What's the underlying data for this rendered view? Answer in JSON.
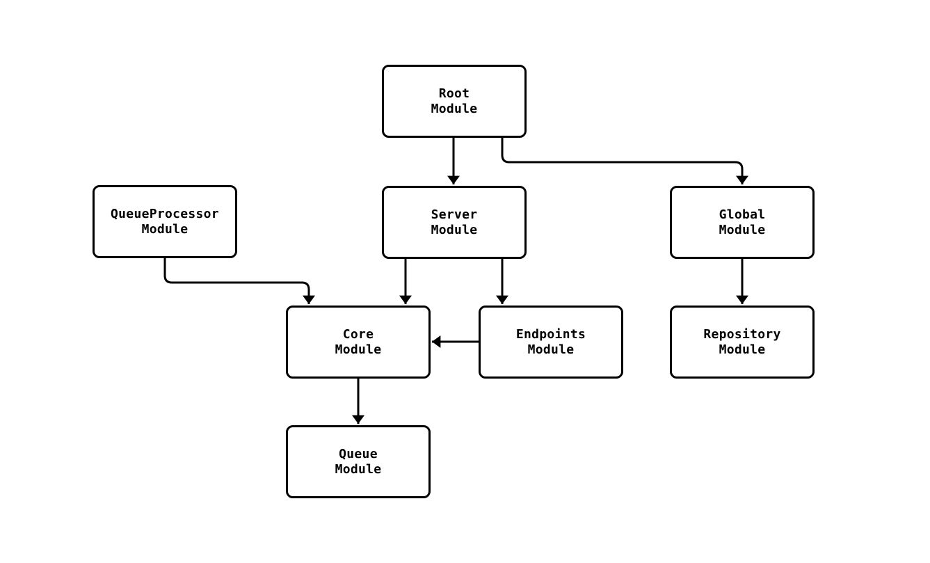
{
  "diagram": {
    "type": "flowchart",
    "background_color": "#ffffff",
    "node_fill_color": "#ffffff",
    "node_border_color": "#000000",
    "edge_color": "#000000",
    "text_color": "#000000",
    "nodes": [
      {
        "id": "root",
        "label": "Root\nModule"
      },
      {
        "id": "queueprocessor",
        "label": "QueueProcessor\nModule"
      },
      {
        "id": "server",
        "label": "Server\nModule"
      },
      {
        "id": "global",
        "label": "Global\nModule"
      },
      {
        "id": "core",
        "label": "Core\nModule"
      },
      {
        "id": "endpoints",
        "label": "Endpoints\nModule"
      },
      {
        "id": "repository",
        "label": "Repository\nModule"
      },
      {
        "id": "queue",
        "label": "Queue\nModule"
      }
    ],
    "edges": [
      {
        "from": "root",
        "to": "server"
      },
      {
        "from": "root",
        "to": "global"
      },
      {
        "from": "queueprocessor",
        "to": "core"
      },
      {
        "from": "server",
        "to": "core"
      },
      {
        "from": "server",
        "to": "endpoints"
      },
      {
        "from": "endpoints",
        "to": "core"
      },
      {
        "from": "core",
        "to": "queue"
      },
      {
        "from": "global",
        "to": "repository"
      }
    ]
  }
}
